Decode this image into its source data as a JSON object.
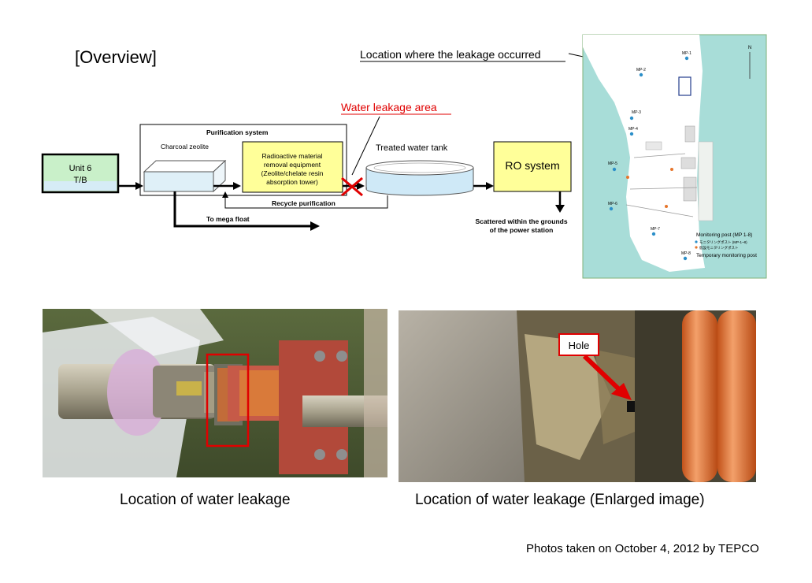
{
  "header": {
    "title": "[Overview]"
  },
  "diagram": {
    "leak_location_label": "Location where the leakage occurred",
    "water_leakage_area": "Water leakage area",
    "purification_system": "Purification system",
    "charcoal_zeolite": "Charcoal zeolite",
    "unit6_line1": "Unit 6",
    "unit6_line2": "T/B",
    "removal_line1": "Radioactive material",
    "removal_line2": "removal equipment",
    "removal_line3": "(Zeolite/chelate resin",
    "removal_line4": "absorption tower)",
    "treated_water_tank": "Treated water tank",
    "ro_system": "RO system",
    "recycle_purification": "Recycle purification",
    "to_mega_float": "To mega float",
    "scattered_line1": "Scattered within the grounds",
    "scattered_line2": "of the power station"
  },
  "map": {
    "north": "N",
    "posts": [
      "MP-1",
      "MP-2",
      "MP-3",
      "MP-4",
      "MP-5",
      "MP-6",
      "MP-7",
      "MP-8"
    ],
    "legend_title": "Monitoring post (MP 1-8)",
    "legend_jp1": "モニタリングポスト (MP-1~8)",
    "legend_jp2": "仮設モニタリングポスト",
    "legend_temp": "Temporary monitoring post",
    "colors": {
      "sea": "#a8ddd8",
      "land": "#ffffff",
      "post": "#2c8fc9",
      "temp_post": "#e6752b",
      "border": "#7fb27a"
    }
  },
  "photos": {
    "left_caption": "Location of water leakage",
    "right_caption": "Location of water leakage (Enlarged image)",
    "hole_label": "Hole"
  },
  "footer": {
    "credit": "Photos taken on October 4, 2012 by TEPCO"
  }
}
